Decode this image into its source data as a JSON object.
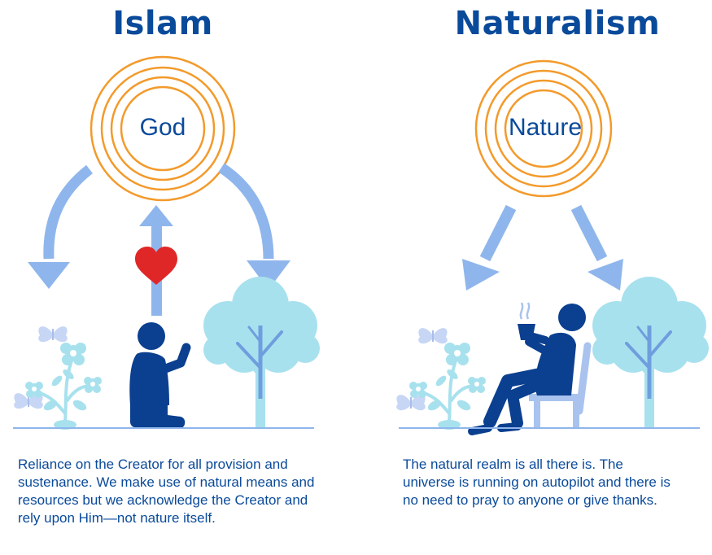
{
  "left": {
    "title": "Islam",
    "center_label": "God",
    "caption": "Reliance on the Creator for all provision and sustenance. We make use of natural means and resources but we acknowledge the Creator and rely upon Him—not nature itself."
  },
  "right": {
    "title": "Naturalism",
    "center_label": "Nature",
    "caption": "The natural realm is all there is. The universe is running on autopilot and there is no need to pray to anyone or give thanks."
  },
  "colors": {
    "title_blue": "#0a4a9a",
    "ring_orange": "#f39a2b",
    "arrow_blue": "#8fb6ec",
    "figure_navy": "#0b3f8f",
    "plant_cyan": "#a8e1ee",
    "heart_red": "#e02727",
    "ground_blue": "#8fb6ec"
  },
  "icons": [
    "heart-icon",
    "coffee-cup-icon",
    "butterfly-icon",
    "flower-icon",
    "tree-icon"
  ]
}
